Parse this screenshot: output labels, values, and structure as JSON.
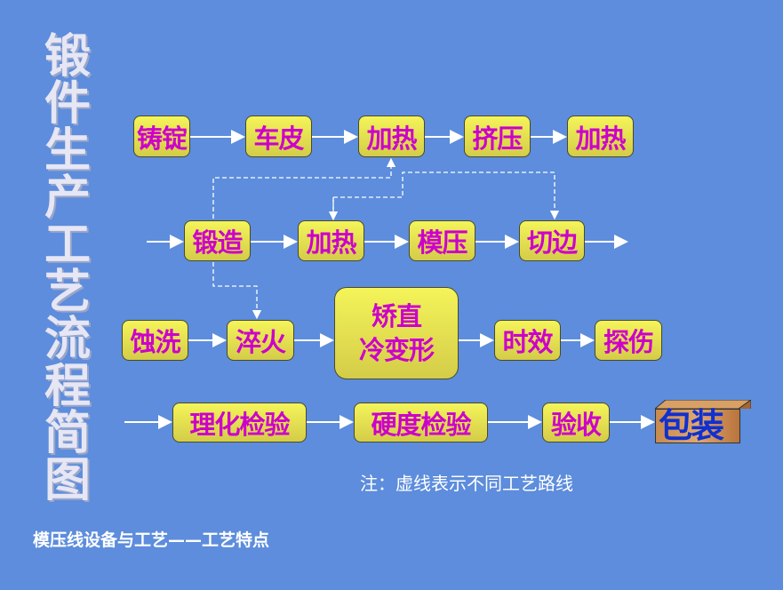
{
  "title": [
    "锻",
    "件",
    "生",
    "产",
    "工",
    "艺",
    "流",
    "程",
    "简",
    "图"
  ],
  "row1": [
    "铸锭",
    "车皮",
    "加热",
    "挤压",
    "加热"
  ],
  "row2": [
    "锻造",
    "加热",
    "模压",
    "切边"
  ],
  "row3": {
    "a": "蚀洗",
    "b": "淬火",
    "c1": "矫直",
    "c2": "冷变形",
    "d": "时效",
    "e": "探伤"
  },
  "row4": [
    "理化检验",
    "硬度检验",
    "验收",
    "包装"
  ],
  "note": "注：虚线表示不同工艺路线",
  "footer": "模压线设备与工艺——工艺特点"
}
